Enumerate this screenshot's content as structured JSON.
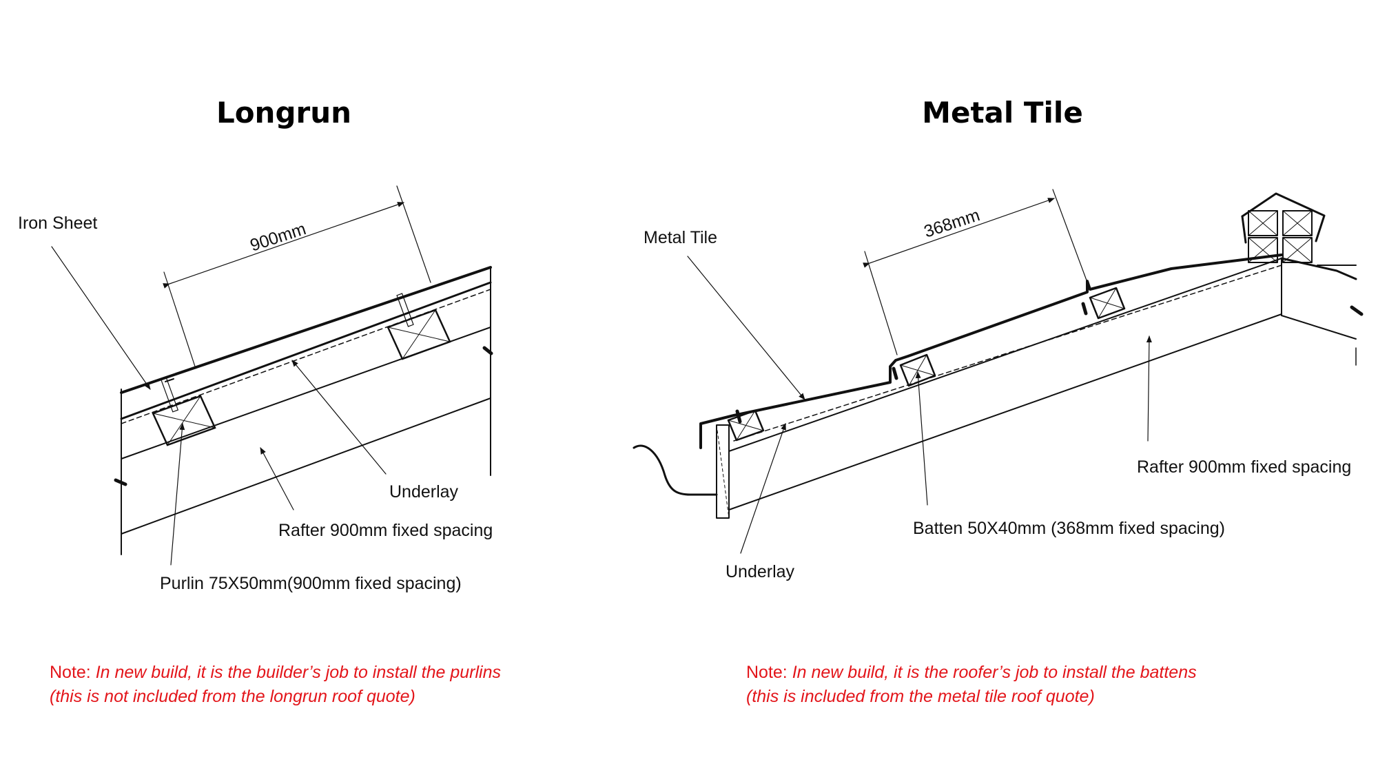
{
  "left": {
    "title": "Longrun",
    "dimension": "900mm",
    "labels": {
      "iron_sheet": "Iron Sheet",
      "underlay": "Underlay",
      "rafter": "Rafter 900mm fixed spacing",
      "purlin": "Purlin 75X50mm(900mm fixed spacing)"
    },
    "note": {
      "prefix": "Note: ",
      "line1": "In new build, it is the builder’s job to install the purlins",
      "line2": "(this is not included from the longrun roof quote)"
    }
  },
  "right": {
    "title": "Metal Tile",
    "dimension": "368mm",
    "labels": {
      "metal_tile": "Metal Tile",
      "rafter": "Rafter 900mm fixed spacing",
      "batten": "Batten 50X40mm (368mm fixed spacing)",
      "underlay": "Underlay"
    },
    "note": {
      "prefix": "Note: ",
      "line1": "In new build, it is the roofer’s job to install the battens",
      "line2": "(this is included from the metal tile roof quote)"
    }
  },
  "colors": {
    "note": "#e3151a",
    "line": "#111111"
  }
}
